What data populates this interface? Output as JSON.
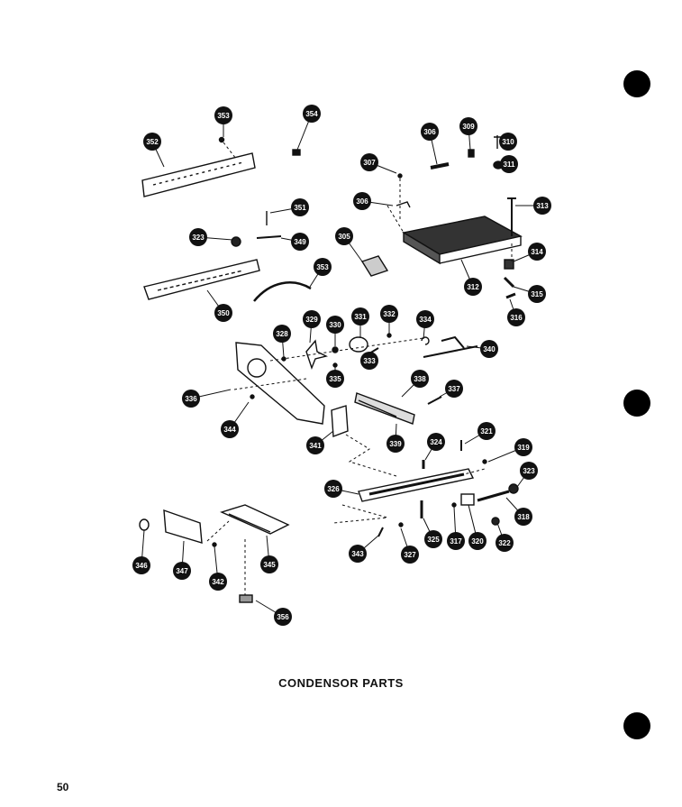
{
  "diagram": {
    "caption": "CONDENSOR PARTS",
    "page_number": "50",
    "callouts": [
      "353",
      "354",
      "352",
      "306",
      "309",
      "310",
      "311",
      "307",
      "306",
      "313",
      "351",
      "323",
      "349",
      "305",
      "312",
      "314",
      "315",
      "316",
      "353",
      "350",
      "328",
      "329",
      "330",
      "331",
      "332",
      "334",
      "340",
      "333",
      "335",
      "338",
      "337",
      "336",
      "344",
      "341",
      "339",
      "324",
      "321",
      "319",
      "323",
      "325",
      "326",
      "318",
      "317",
      "320",
      "322",
      "346",
      "347",
      "342",
      "345",
      "343",
      "327",
      "356"
    ]
  }
}
